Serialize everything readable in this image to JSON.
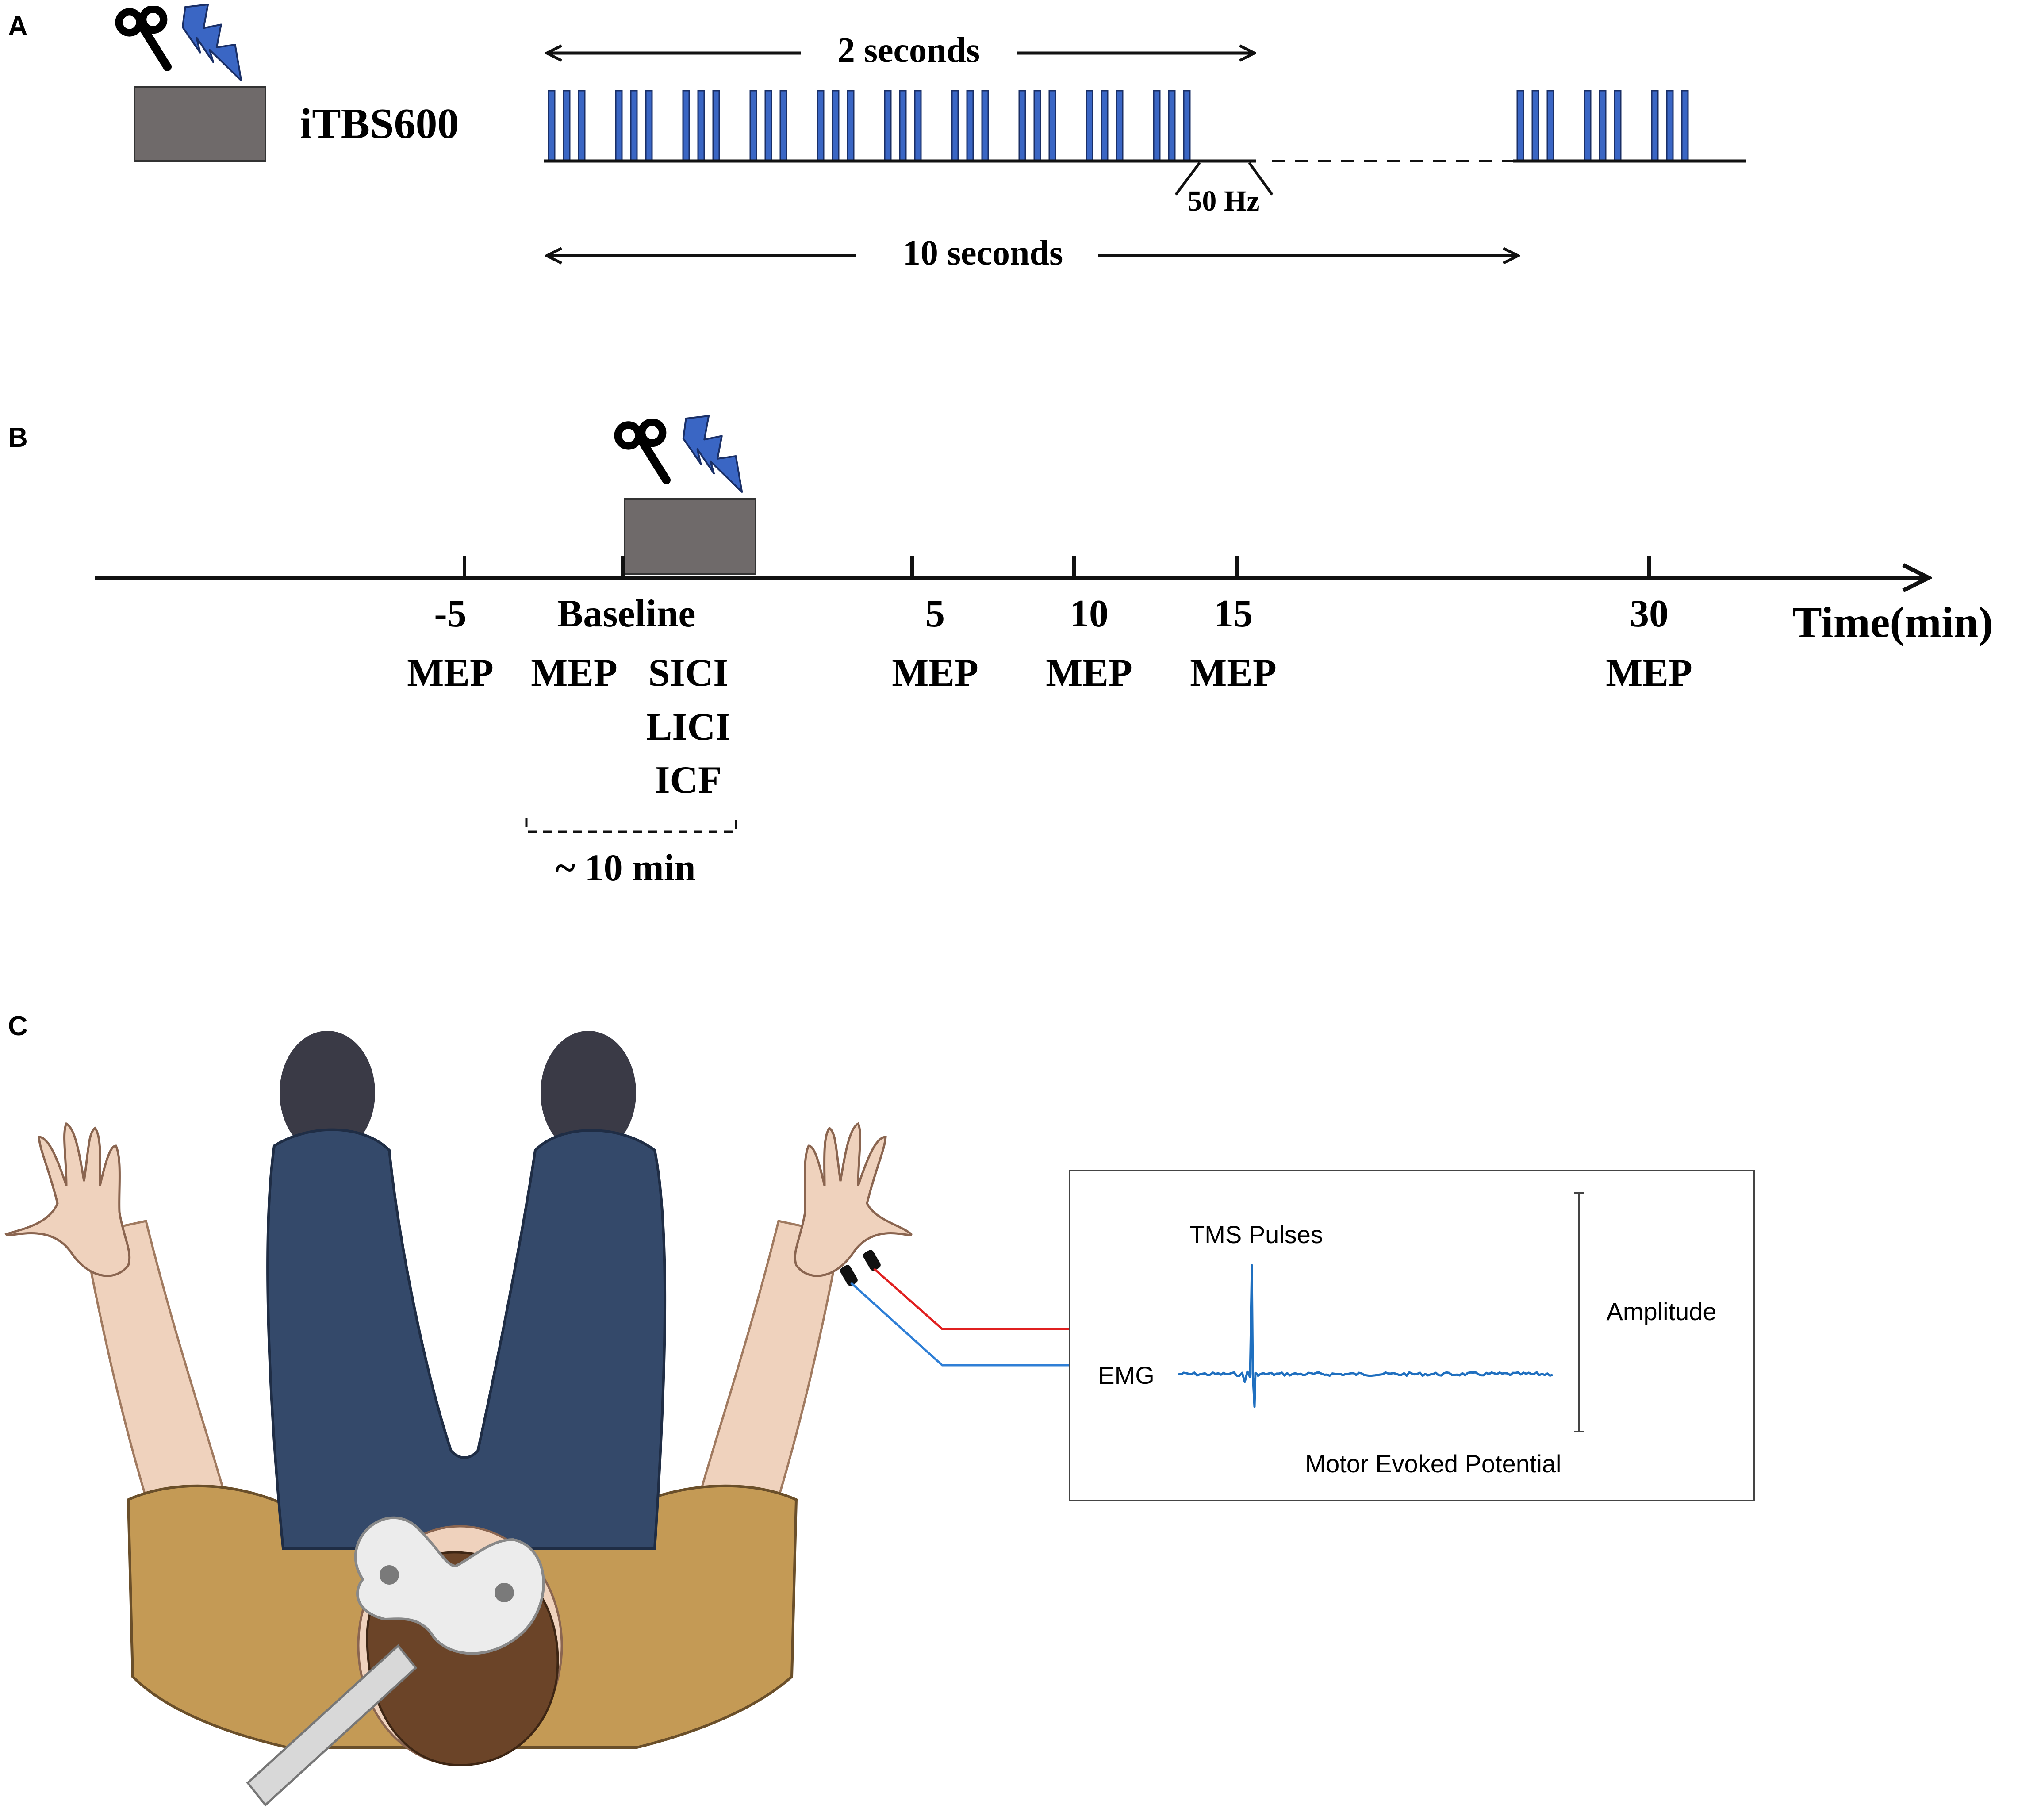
{
  "panels": {
    "a": {
      "label": "A",
      "protocol": "iTBS600",
      "span_short": "2 seconds",
      "span_long": "10 seconds",
      "frequency": "50 Hz",
      "bursts_in_train": 10,
      "pulses_per_burst": 3,
      "bursts_second_train": 3,
      "pulse_color": "#3a66c4"
    },
    "b": {
      "label": "B",
      "axis_label": "Time(min)",
      "timepoints": [
        {
          "time": "-5",
          "measures": [
            "MEP"
          ]
        },
        {
          "time": "Baseline",
          "measures": [
            "MEP",
            "SICI",
            "LICI",
            "ICF"
          ]
        },
        {
          "time": "5",
          "measures": [
            "MEP"
          ]
        },
        {
          "time": "10",
          "measures": [
            "MEP"
          ]
        },
        {
          "time": "15",
          "measures": [
            "MEP"
          ]
        },
        {
          "time": "30",
          "measures": [
            "MEP"
          ]
        }
      ],
      "baseline_duration": "~ 10 min"
    },
    "c": {
      "label": "C",
      "emg_label": "EMG",
      "tms_label": "TMS Pulses",
      "mep_label": "Motor Evoked Potential",
      "amplitude_label": "Amplitude",
      "trace_color": "#1f6fbf",
      "wire_red": "#e02020",
      "wire_blue": "#2f7fd6"
    }
  },
  "icons": [
    "tms-coil-icon",
    "lightning-bolt-icon"
  ],
  "colors": {
    "stimulator_box": "#6f6a6a",
    "shirt": "#c49a55",
    "jeans": "#34496a",
    "skin": "#efd2bd",
    "hair": "#6b4428",
    "coil": "#e8e8e8"
  }
}
